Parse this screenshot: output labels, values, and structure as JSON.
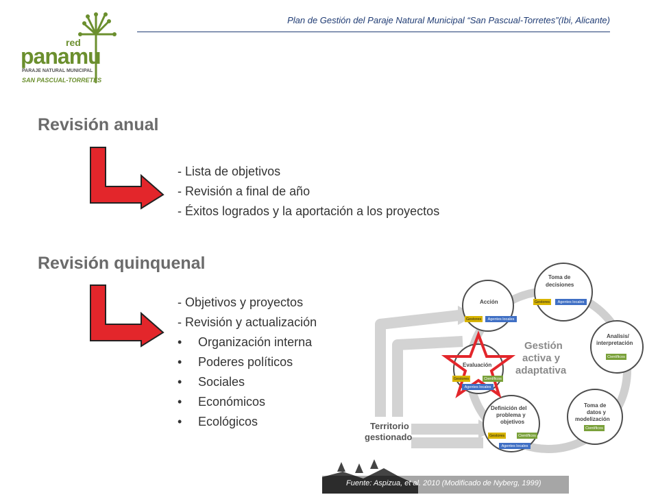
{
  "header": {
    "title": "Plan de Gestión del Paraje Natural Municipal “San Pascual-Torretes”(Ibi, Alicante)"
  },
  "logo": {
    "red": "red",
    "panamu": "panamu",
    "subtitle": "PARAJE NATURAL MUNICIPAL",
    "place": "SAN PASCUAL-TORRETES"
  },
  "sections": {
    "annual": {
      "title": "Revisión anual",
      "items": [
        "- Lista de objetivos",
        "- Revisión a final de año",
        "- Éxitos logrados y la aportación a los proyectos"
      ]
    },
    "quinquennial": {
      "title": "Revisión quinquenal",
      "items": [
        "- Objetivos y proyectos",
        "- Revisión y actualización"
      ],
      "subitems": [
        "Organización interna",
        "Poderes políticos",
        "Sociales",
        "Económicos",
        "Ecológicos"
      ]
    }
  },
  "diagram": {
    "center_label_1": "Gestión",
    "center_label_2": "activa y",
    "center_label_3": "adaptativa",
    "territory_1": "Territorio",
    "territory_2": "gestionado",
    "nodes": {
      "accion": "Acción",
      "toma_decisiones_1": "Toma de",
      "toma_decisiones_2": "decisiones",
      "analisis_1": "Analisis/",
      "analisis_2": "interpretación",
      "toma_datos_1": "Toma de",
      "toma_datos_2": "datos y",
      "toma_datos_3": "modelización",
      "definicion_1": "Definición del",
      "definicion_2": "problema y",
      "definicion_3": "objetivos",
      "evaluacion": "Evaluación"
    },
    "tags": {
      "gestores": "Gestores",
      "agentes": "Agentes locales",
      "cientificos": "Científicos"
    },
    "colors": {
      "gestores": "#d8b400",
      "agentes": "#3f6fc4",
      "cientificos": "#7aa13a",
      "star": "#e3262b",
      "arrow": "#e3262b"
    }
  },
  "footer": {
    "source": "Fuente: Aspizua, et al. 2010 (Modificado de Nyberg, 1999)"
  }
}
